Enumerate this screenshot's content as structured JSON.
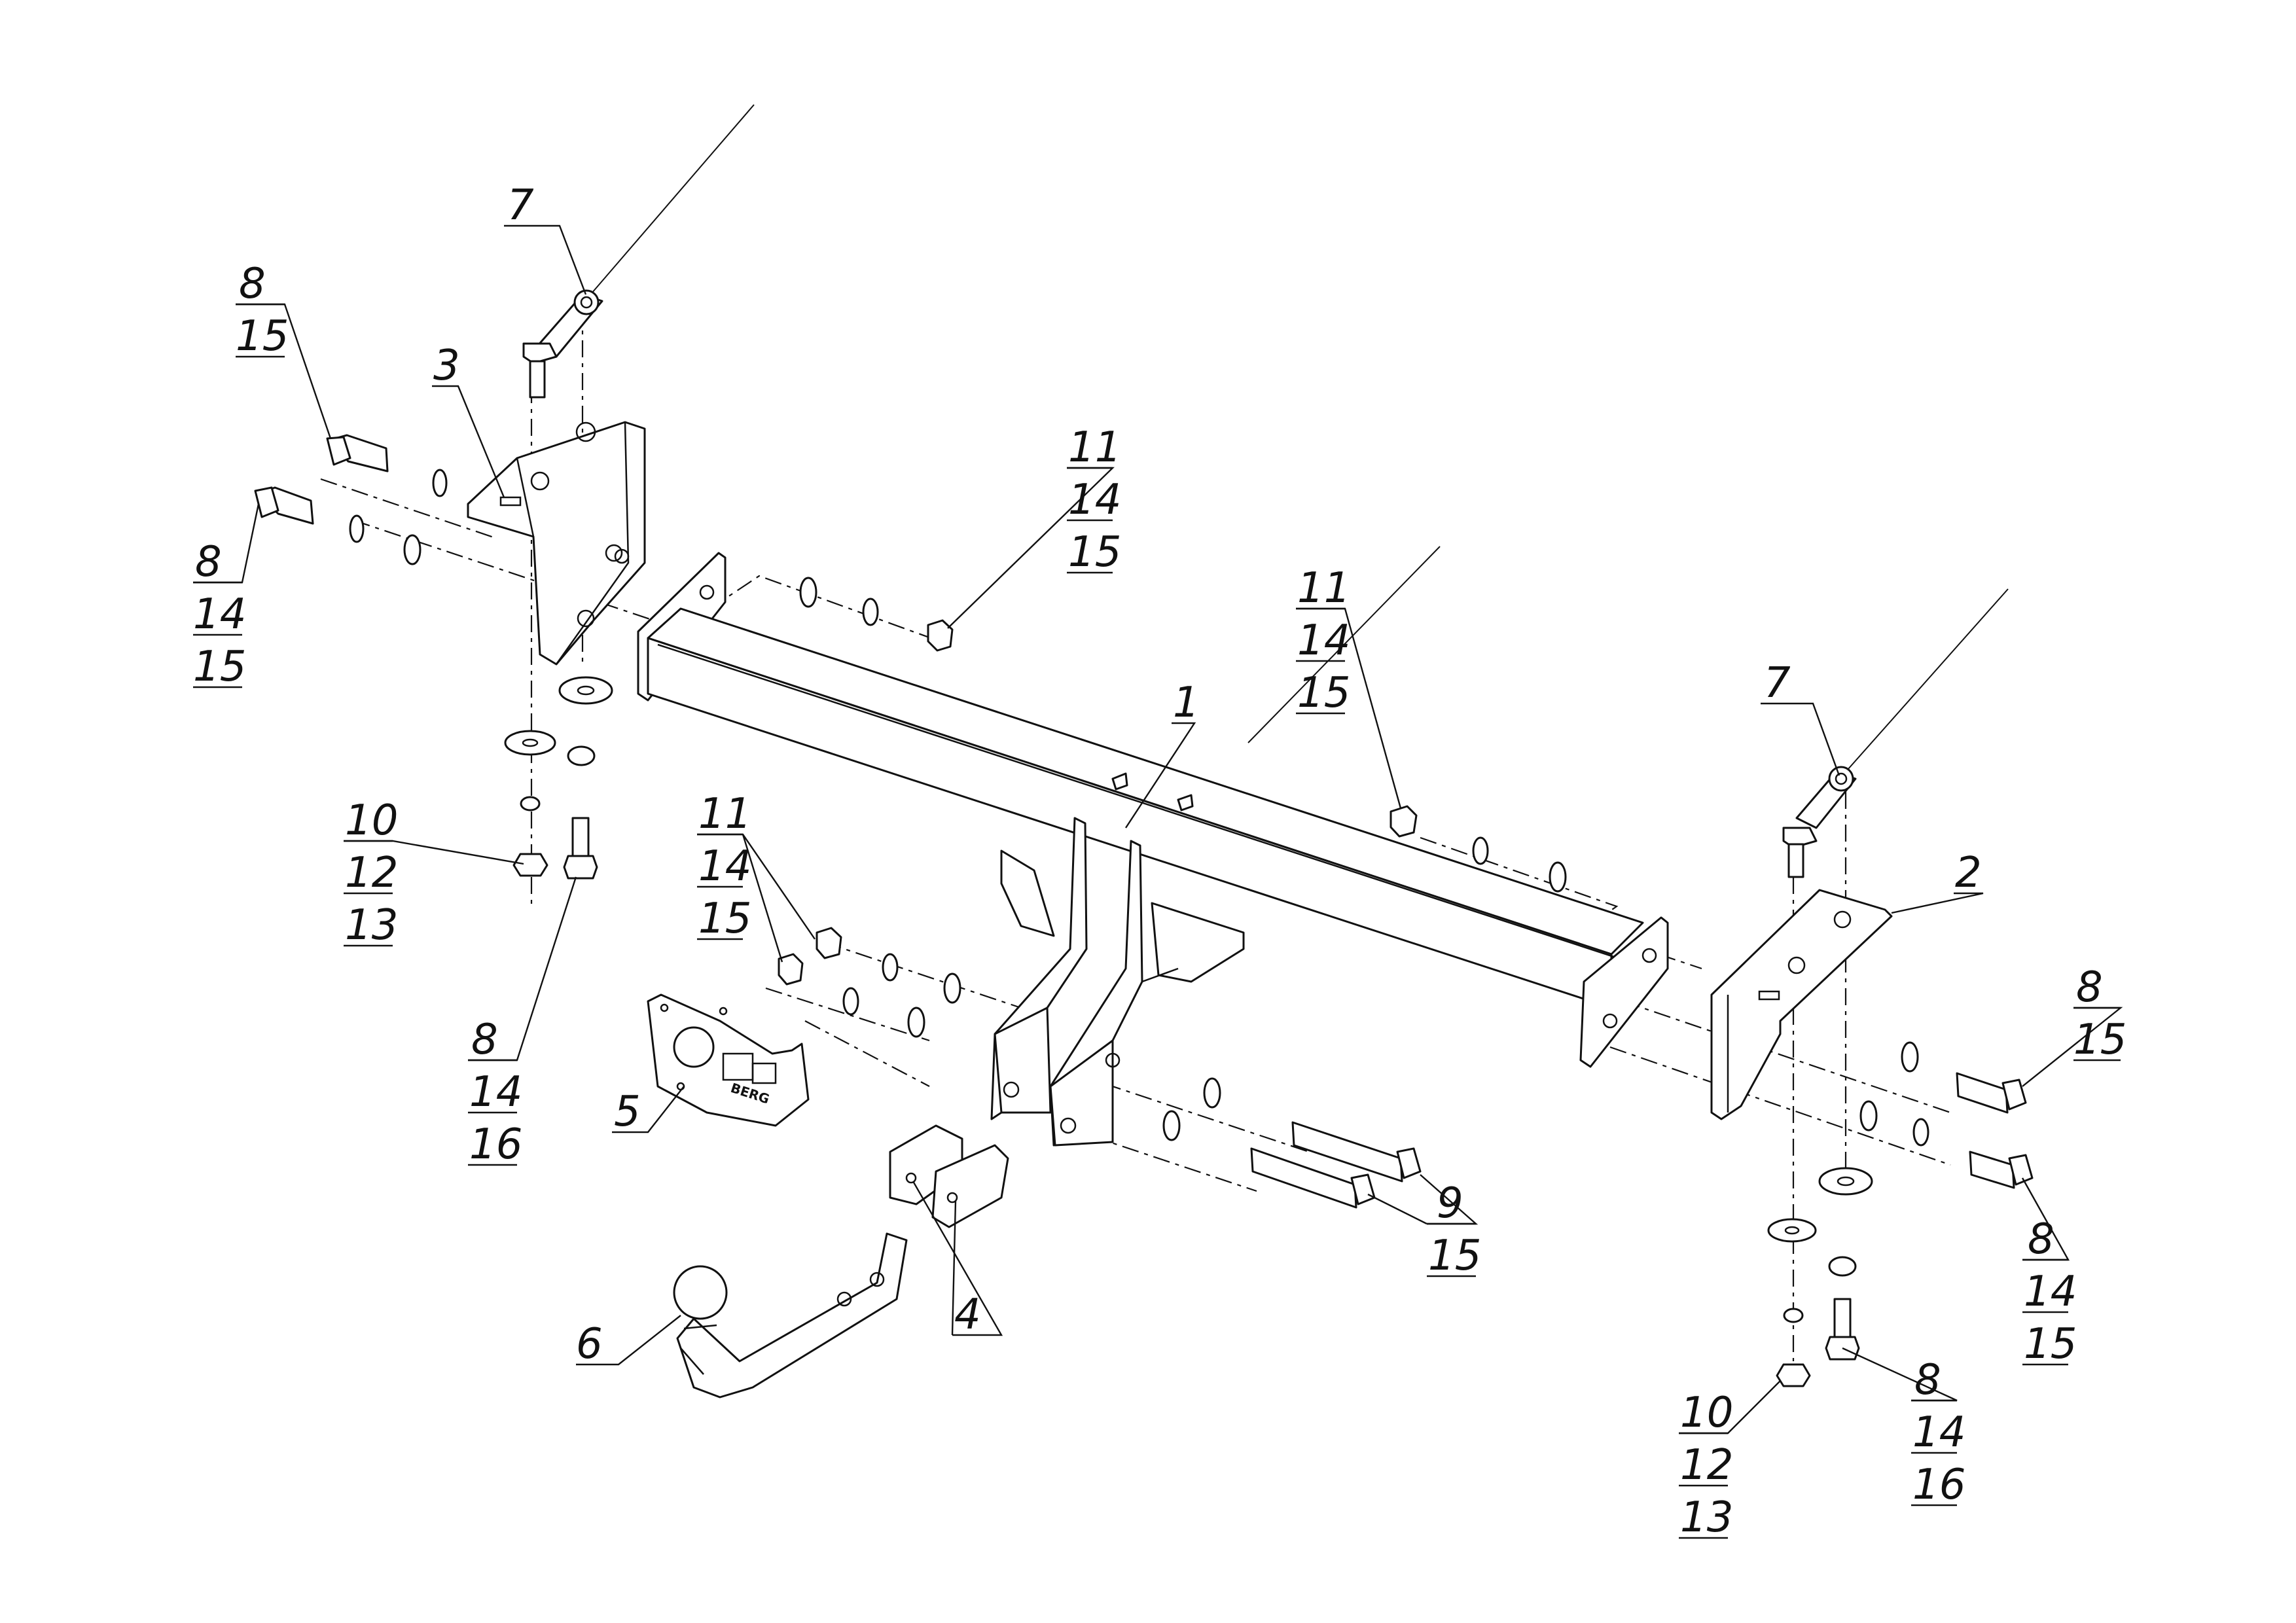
{
  "drawing": {
    "callouts": [
      {
        "id": "c7a",
        "lines": [
          "7"
        ]
      },
      {
        "id": "c8a",
        "lines": [
          "8",
          "15"
        ]
      },
      {
        "id": "c3",
        "lines": [
          "3"
        ]
      },
      {
        "id": "c8b",
        "lines": [
          "8",
          "14",
          "15"
        ]
      },
      {
        "id": "c11a",
        "lines": [
          "11",
          "14",
          "15"
        ]
      },
      {
        "id": "c11b",
        "lines": [
          "11",
          "14",
          "15"
        ]
      },
      {
        "id": "c7b",
        "lines": [
          "7"
        ]
      },
      {
        "id": "c1",
        "lines": [
          "1"
        ]
      },
      {
        "id": "c10a",
        "lines": [
          "10",
          "12",
          "13"
        ]
      },
      {
        "id": "c11c",
        "lines": [
          "11",
          "14",
          "15"
        ]
      },
      {
        "id": "c2",
        "lines": [
          "2"
        ]
      },
      {
        "id": "c8c",
        "lines": [
          "8",
          "15"
        ]
      },
      {
        "id": "c8d",
        "lines": [
          "8",
          "14",
          "16"
        ]
      },
      {
        "id": "c5",
        "lines": [
          "5"
        ]
      },
      {
        "id": "c9",
        "lines": [
          "9",
          "15"
        ]
      },
      {
        "id": "c8e",
        "lines": [
          "8",
          "14",
          "15"
        ]
      },
      {
        "id": "c6",
        "lines": [
          "6"
        ]
      },
      {
        "id": "c4",
        "lines": [
          "4"
        ]
      },
      {
        "id": "c10b",
        "lines": [
          "10",
          "12",
          "13"
        ]
      },
      {
        "id": "c8f",
        "lines": [
          "8",
          "14",
          "16"
        ]
      }
    ],
    "socket_plate_brand": "BERG"
  }
}
